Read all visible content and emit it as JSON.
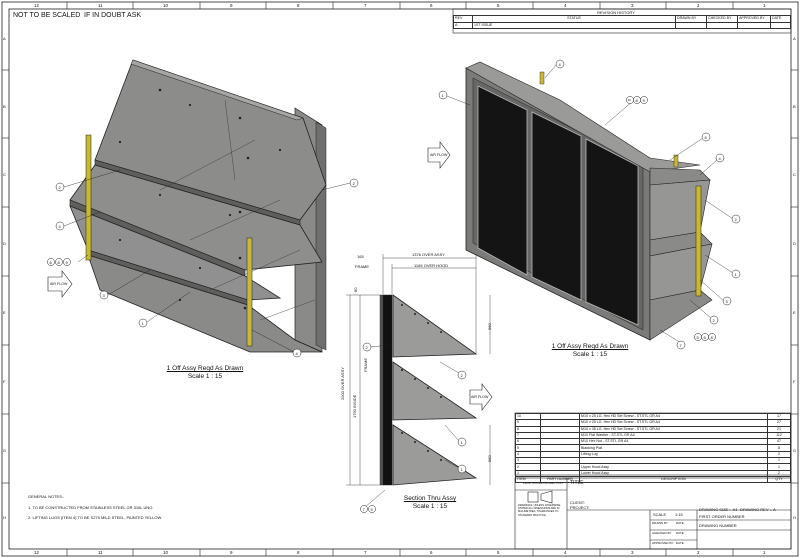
{
  "header": {
    "not_scaled": "NOT TO BE SCALED",
    "if_doubt": "IF IN DOUBT ASK"
  },
  "border_numbers": {
    "top": [
      "12",
      "11",
      "10",
      "9",
      "8",
      "7",
      "6",
      "5",
      "4",
      "3",
      "2",
      "1"
    ],
    "side": [
      "A",
      "B",
      "C",
      "D",
      "E",
      "F",
      "G",
      "H"
    ]
  },
  "revision": {
    "title": "REVISION HISTORY",
    "headers": [
      "REV",
      "STATUS",
      "DRAWN BY",
      "CHECKED BY",
      "APPROVED BY",
      "DATE"
    ],
    "rows": [
      [
        "A",
        "1ST ISSUE",
        "",
        "",
        "",
        ""
      ]
    ]
  },
  "bom": {
    "headers": [
      "ITEM",
      "PART NUMBER",
      "DESCRIPTION",
      "QTY"
    ],
    "rows": [
      [
        "10",
        "",
        "M10 x 25 LG. Hex HD Set Screw - ST.STL GR A4",
        "17"
      ],
      [
        "9",
        "",
        "M10 x 25 LG. Hex HD Set Screw - ST.STL GR A4",
        "27"
      ],
      [
        "8",
        "",
        "M10 x 35 LG. Hex HD Set Screw - ST.STL GR A4",
        "21"
      ],
      [
        "7",
        "",
        "M10 Flat Washer - ST.STL GR A4",
        "112"
      ],
      [
        "6",
        "",
        "M10 Hex Nut - ST.STL GR A4",
        "47"
      ],
      [
        "5",
        "",
        "Blanking Plat",
        "8"
      ],
      [
        "4",
        "",
        "Lifting Lug",
        "2"
      ],
      [
        "3",
        "",
        "",
        "1"
      ],
      [
        "2",
        "",
        "Upper Hood Assy",
        "1"
      ],
      [
        "1",
        "",
        "Lower Hood Assy",
        "2"
      ]
    ]
  },
  "views": {
    "iso_left": {
      "title": "1 Off Assy Reqd As Drawn",
      "scale": "Scale 1 : 15"
    },
    "iso_right": {
      "title": "1 Off Assy Reqd As Drawn",
      "scale": "Scale 1 : 15"
    },
    "section": {
      "title": "Section Thru Assy",
      "scale": "Scale 1 : 15"
    }
  },
  "airflow": "AIR FLOW",
  "dims": {
    "d165": "165",
    "frame": "FRAME",
    "over_assy": "1376 OVER ASSY",
    "over_hood": "1165 OVER HOOD",
    "over_assy_v": "2000 OVER ASSY",
    "frame_v": "FRAME",
    "inside": "1790 INSIDE",
    "d80": "80",
    "d960a": "960",
    "d960b": "960"
  },
  "balloons": {
    "left": [
      "2",
      "4",
      "6",
      "8",
      "9",
      "3",
      "1",
      "2",
      "4"
    ],
    "right": [
      "1",
      "4",
      "10",
      "8",
      "9",
      "6",
      "4",
      "2",
      "1",
      "3",
      "2",
      "5",
      "6",
      "8",
      "7",
      "6",
      "10",
      "9"
    ],
    "section": [
      "2",
      "2",
      "1",
      "1",
      "7",
      "9"
    ]
  },
  "notes": {
    "heading": "GENERAL NOTES:-",
    "items": [
      "1. TO BE CONSTRUCTED FROM STAINLESS STEEL GR 316L UNO.",
      "2. LIFTING LUGS (ITEM 4) TO BE S275 MILD STEEL, PAINTED YELLOW."
    ]
  },
  "title_block": {
    "projection": "FIRST ANGLE PROJECTION",
    "title_label": "TITLE",
    "client": "CLIENT:",
    "project": "PROJECT:",
    "scale_label": "SCALE",
    "scale_value": "1:15",
    "drawing_size": "DRAWING SIZE :- A1",
    "drawing_rev": "DRAWING REV :- A",
    "first_order": "FIRST ORDER NUMBER",
    "drawing_number": "DRAWING NUMBER",
    "drawn_by": "DRAWN BY",
    "checked_by": "CHECKED BY",
    "approved_by": "APPROVED BY",
    "date": "DATE",
    "disclaimer": "DRAWINGS: UNLESS OTHERWISE STATED ALL DIMENSIONS ARE IN MILLIMETRES. TOLERANCES TO STANDARD PRACTICE"
  }
}
